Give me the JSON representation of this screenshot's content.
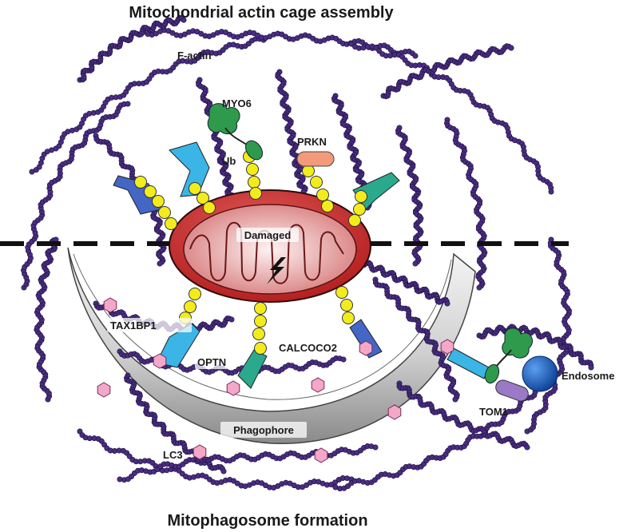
{
  "header": {
    "title": "Mitochondrial actin cage assembly"
  },
  "footer": {
    "title": "Mitophagosome formation"
  },
  "labels": {
    "f_actin": "F-actin",
    "myo6": "MYO6",
    "ub": "Ub",
    "prkn": "PRKN",
    "damaged": "Damaged",
    "tax1bp1": "TAX1BP1",
    "optn": "OPTN",
    "calcoco2": "CALCOCO2",
    "endosome": "Endosome",
    "tom1": "TOM1",
    "phagophore": "Phagophore",
    "lc3": "LC3"
  },
  "colors": {
    "actin": "#4a2d82",
    "ubiquitin": "#f3ec1c",
    "mito_outer": "#c92424",
    "mito_inner": "#e7a0a0",
    "lc3": "#f3a7c9",
    "prkn": "#f39a7b",
    "myo6": "#2f9a4b",
    "endosome": "#1d5fbf",
    "tom1": "#9a79c6",
    "receptor_blue": "#3bb4e6",
    "receptor_teal": "#2aa98d",
    "receptor_navy": "#4466c4"
  }
}
